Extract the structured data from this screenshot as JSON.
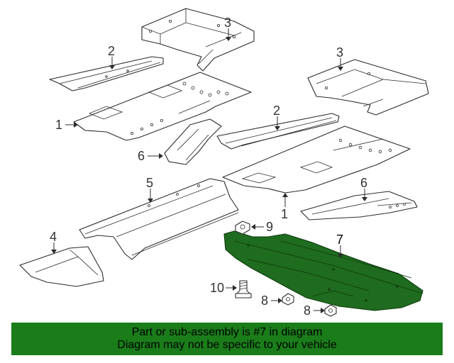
{
  "callouts": {
    "c1a": "1",
    "c1b": "1",
    "c2a": "2",
    "c2b": "2",
    "c3a": "3",
    "c3b": "3",
    "c4": "4",
    "c5": "5",
    "c6a": "6",
    "c6b": "6",
    "c7": "7",
    "c8a": "8",
    "c8b": "8",
    "c9": "9",
    "c10": "10"
  },
  "highlight": {
    "part_number": "7",
    "color": "#1a7d1a"
  },
  "banner": {
    "line1": "Part or sub-assembly is #7 in diagram",
    "line2": "Diagram may not be specific to your vehicle"
  }
}
